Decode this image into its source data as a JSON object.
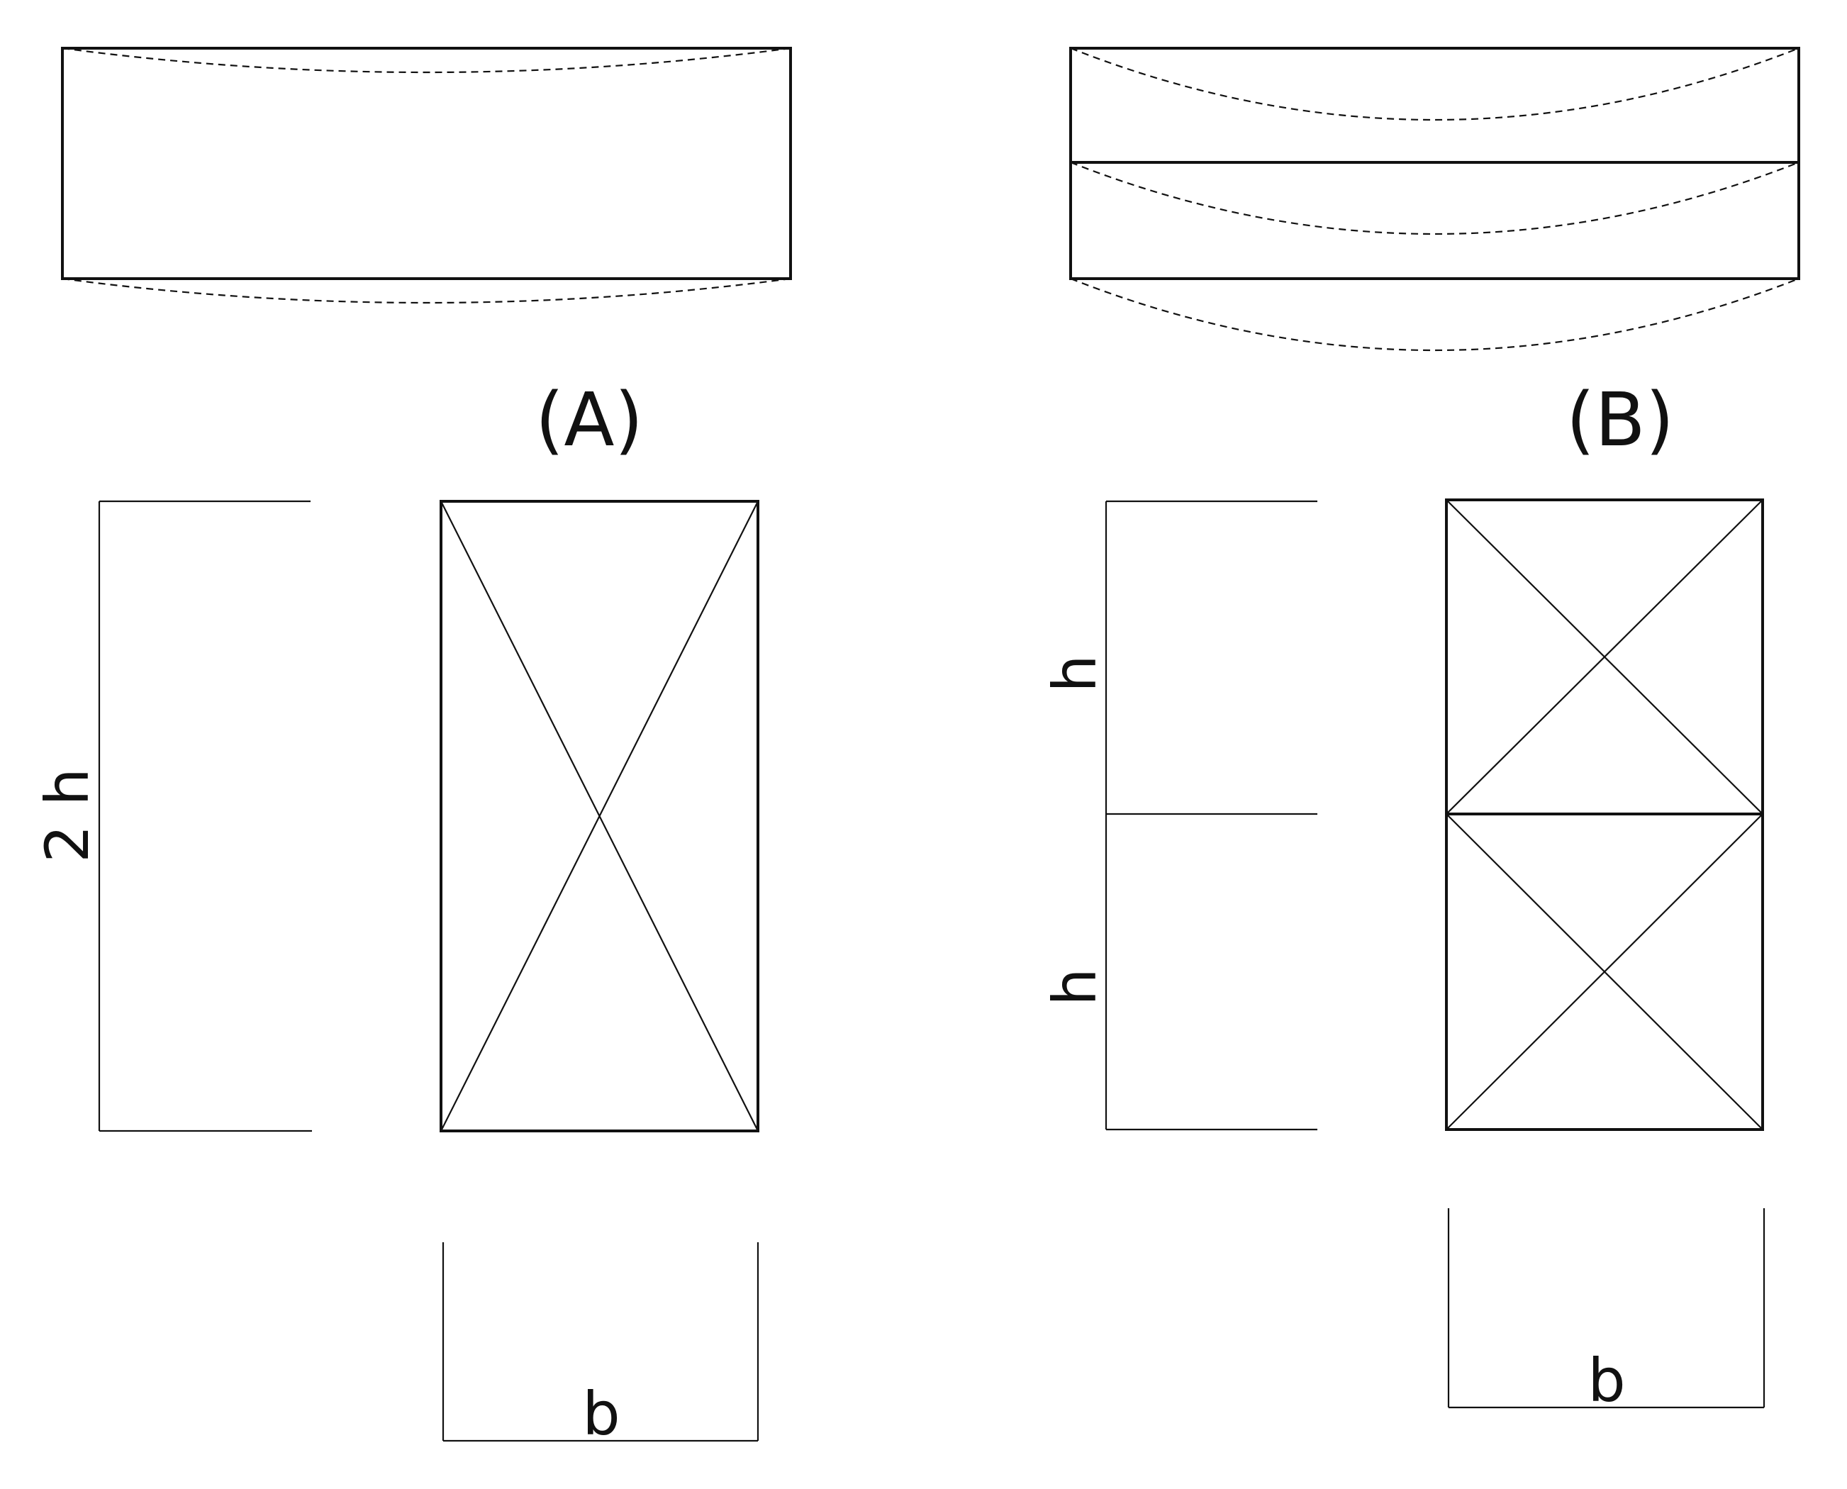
{
  "panels": {
    "a": {
      "label": "(A)"
    },
    "b": {
      "label": "(B)"
    }
  },
  "dimensions": {
    "a_height": "2 h",
    "a_width": "b",
    "b_height_upper": "h",
    "b_height_lower": "h",
    "b_width": "b"
  },
  "colors": {
    "line": "#111111",
    "background": "#ffffff"
  }
}
